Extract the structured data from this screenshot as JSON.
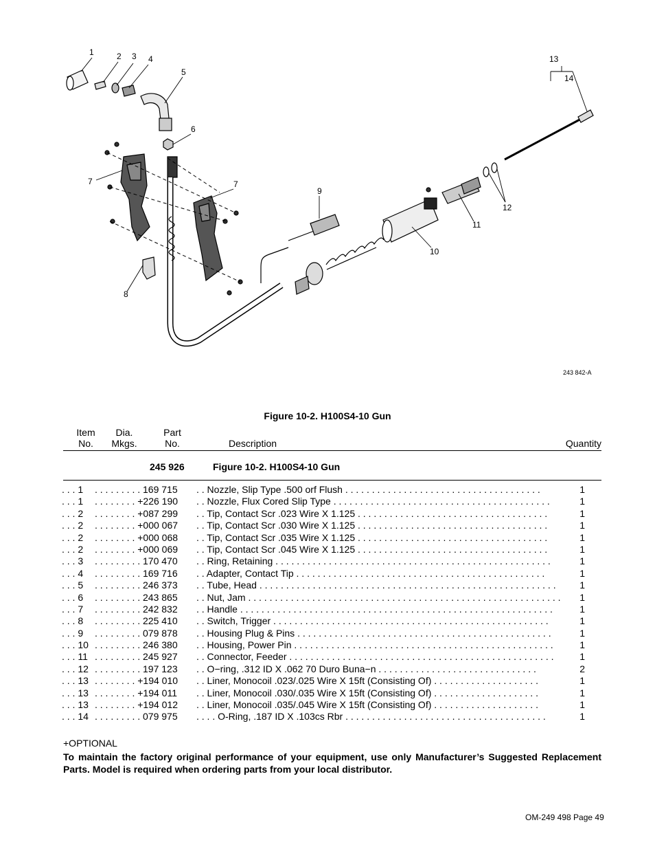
{
  "drawing_id": "243 842-A",
  "callouts": [
    "1",
    "2",
    "3",
    "4",
    "5",
    "6",
    "7",
    "7",
    "8",
    "9",
    "10",
    "11",
    "12",
    "13",
    "14"
  ],
  "figure_caption": "Figure 10-2. H100S4-10 Gun",
  "table_headers": {
    "item": [
      "Item",
      "No."
    ],
    "dia": [
      "Dia.",
      "Mkgs."
    ],
    "part": [
      "Part",
      "No."
    ],
    "description": "Description",
    "quantity": "Quantity"
  },
  "assembly": {
    "part_no": "245 926",
    "title": "Figure 10-2. H100S4-10 Gun"
  },
  "rows": [
    {
      "item": ". . .  1",
      "part": " . . . . . . . . . 169 715",
      "desc": ". .  Nozzle, Slip Type .500 orf Flush  . . . . . . . . . . . . . . . . . . . . . . . . . . . . . . . . . . . . .",
      "qty": "1"
    },
    {
      "item": ". . .  1",
      "part": " . . . . . . . . +226 190",
      "desc": ". .  Nozzle, Flux Cored Slip Type  . . . . . . . . . . . . . . . . . . . . . . . . . . . . . . . . . . . . . . . . .",
      "qty": "1"
    },
    {
      "item": ". . .  2",
      "part": " . . . . . . . . +087 299",
      "desc": ". .  Tip, Contact Scr .023 Wire X 1.125  . . . . . . . . . . . . . . . . . . . . . . . . . . . . . . . . . . . .",
      "qty": "1"
    },
    {
      "item": ". . .  2",
      "part": " . . . . . . . . +000 067",
      "desc": ". .  Tip, Contact Scr .030 Wire X 1.125  . . . . . . . . . . . . . . . . . . . . . . . . . . . . . . . . . . . .",
      "qty": "1"
    },
    {
      "item": ". . .  2",
      "part": " . . . . . . . . +000 068",
      "desc": ". .  Tip, Contact Scr .035 Wire X 1.125  . . . . . . . . . . . . . . . . . . . . . . . . . . . . . . . . . . . .",
      "qty": "1"
    },
    {
      "item": ". . .  2",
      "part": " . . . . . . . . +000 069",
      "desc": ". .  Tip, Contact Scr .045 Wire X 1.125  . . . . . . . . . . . . . . . . . . . . . . . . . . . . . . . . . . . .",
      "qty": "1"
    },
    {
      "item": ". . .  3",
      "part": " . . . . . . . . . 170 470",
      "desc": ". .  Ring, Retaining  . . . . . . . . . . . . . . . . . . . . . . . . . . . . . . . . . . . . . . . . . . . . . . . . . . . .",
      "qty": "1"
    },
    {
      "item": ". . .  4",
      "part": " . . . . . . . . . 169 716",
      "desc": ". .  Adapter, Contact Tip  . . . . . . . . . . . . . . . . . . . . . . . . . . . . . . . . . . . . . . . . . . . . . . .",
      "qty": "1"
    },
    {
      "item": ". . .  5",
      "part": " . . . . . . . . . 246 373",
      "desc": ". .  Tube, Head  . . . . . . . . . . . . . . . . . . . . . . . . . . . . . . . . . . . . . . . . . . . . . . . . . . . . . . . .",
      "qty": "1"
    },
    {
      "item": ". . .  6",
      "part": " . . . . . . . . . 243 865",
      "desc": ". .  Nut, Jam . . . . . . . . . . . . . . . . . . . . . . . . . . . . . . . . . . . . . . . . . . . . . . . . . . . . . . . . . . .",
      "qty": "1"
    },
    {
      "item": ". . .  7",
      "part": " . . . . . . . . . 242 832",
      "desc": ". .  Handle  . . . . . . . . . . . . . . . . . . . . . . . . . . . . . . . . . . . . . . . . . . . . . . . . . . . . . . . . . . .",
      "qty": "1"
    },
    {
      "item": ". . .  8",
      "part": " . . . . . . . . . 225 410",
      "desc": ". .  Switch, Trigger  . . . . . . . . . . . . . . . . . . . . . . . . . . . . . . . . . . . . . . . . . . . . . . . . . . . .",
      "qty": "1"
    },
    {
      "item": ". . .  9",
      "part": " . . . . . . . . . 079 878",
      "desc": ". .  Housing Plug & Pins  . . . . . . . . . . . . . . . . . . . . . . . . . . . . . . . . . . . . . . . . . . . . . . . .",
      "qty": "1"
    },
    {
      "item": ". . . 10",
      "part": " . . . . . . . . . 246 380",
      "desc": ". .  Housing, Power Pin  . . . . . . . . . . . . . . . . . . . . . . . . . . . . . . . . . . . . . . . . . . . . . . . . .",
      "qty": "1"
    },
    {
      "item": ". . . 11",
      "part": " . . . . . . . . . 245 927",
      "desc": ". .  Connector, Feeder  . . . . . . . . . . . . . . . . . . . . . . . . . . . . . . . . . . . . . . . . . . . . . . . . . .",
      "qty": "1"
    },
    {
      "item": ". . . 12",
      "part": " . . . . . . . . . 197 123",
      "desc": ". .  O−ring,  .312 ID X .062 70 Duro Buna−n  . . . . . . . . . . . . . . . . . . . . . . . . . . . . . .",
      "qty": "2"
    },
    {
      "item": ". . . 13",
      "part": " . . . . . . . . +194 010",
      "desc": ". .  Liner, Monocoil .023/.025 Wire X 15ft (Consisting Of)  . . . . . . . . . . . . . . . . . . . .",
      "qty": "1"
    },
    {
      "item": ". . . 13",
      "part": " . . . . . . . . +194 011",
      "desc": ". .  Liner, Monocoil .030/.035 Wire X 15ft (Consisting Of)  . . . . . . . . . . . . . . . . . . . .",
      "qty": "1"
    },
    {
      "item": ". . . 13",
      "part": " . . . . . . . . +194 012",
      "desc": ". .  Liner, Monocoil .035/.045 Wire X 15ft (Consisting Of)  . . . . . . . . . . . . . . . . . . . .",
      "qty": "1"
    },
    {
      "item": ". . . 14",
      "part": " . . . . . . . . . 079 975",
      "desc": ". . . .  O-Ring, .187 ID X .103cs Rbr  . . . . . . . . . . . . . . . . . . . . . . . . . . . . . . . . . . . . . .",
      "qty": "1"
    }
  ],
  "optional_note": "+OPTIONAL",
  "notice": "To maintain the factory original performance of your equipment, use only Manufacturer’s Suggested Replacement Parts. Model is required when ordering parts from your local distributor.",
  "footer": "OM-249 498 Page 49"
}
